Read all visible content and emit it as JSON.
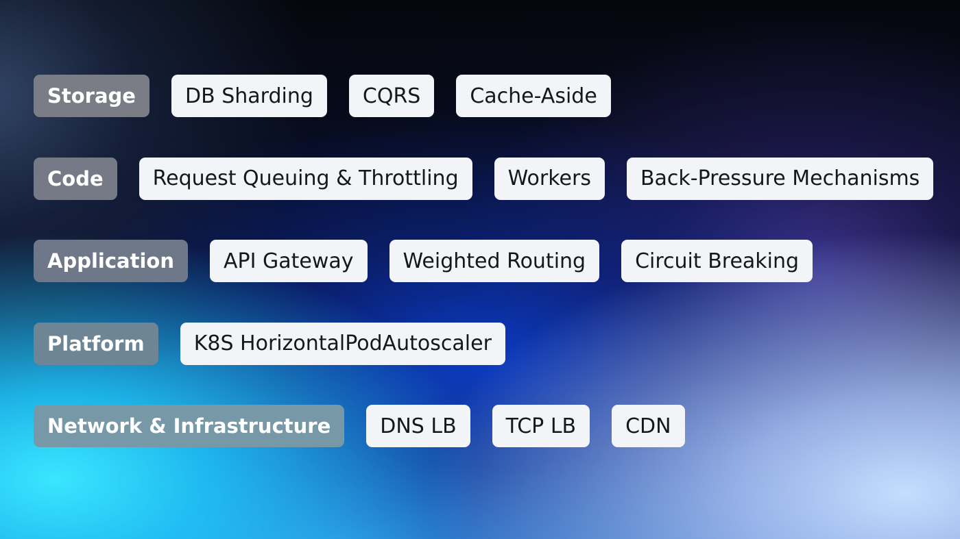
{
  "layers": [
    {
      "label": "Storage",
      "label_color": "#7a7d86",
      "chips": [
        "DB Sharding",
        "CQRS",
        "Cache-Aside"
      ]
    },
    {
      "label": "Code",
      "label_color": "#757a86",
      "chips": [
        "Request Queuing & Throttling",
        "Workers",
        "Back-Pressure Mechanisms"
      ]
    },
    {
      "label": "Application",
      "label_color": "#6e7888",
      "chips": [
        "API Gateway",
        "Weighted Routing",
        "Circuit Breaking"
      ]
    },
    {
      "label": "Platform",
      "label_color": "#6d8594",
      "chips": [
        "K8S HorizontalPodAutoscaler"
      ]
    },
    {
      "label": "Network & Infrastructure",
      "label_color": "#7799a7",
      "chips": [
        "DNS LB",
        "TCP LB",
        "CDN"
      ]
    }
  ]
}
